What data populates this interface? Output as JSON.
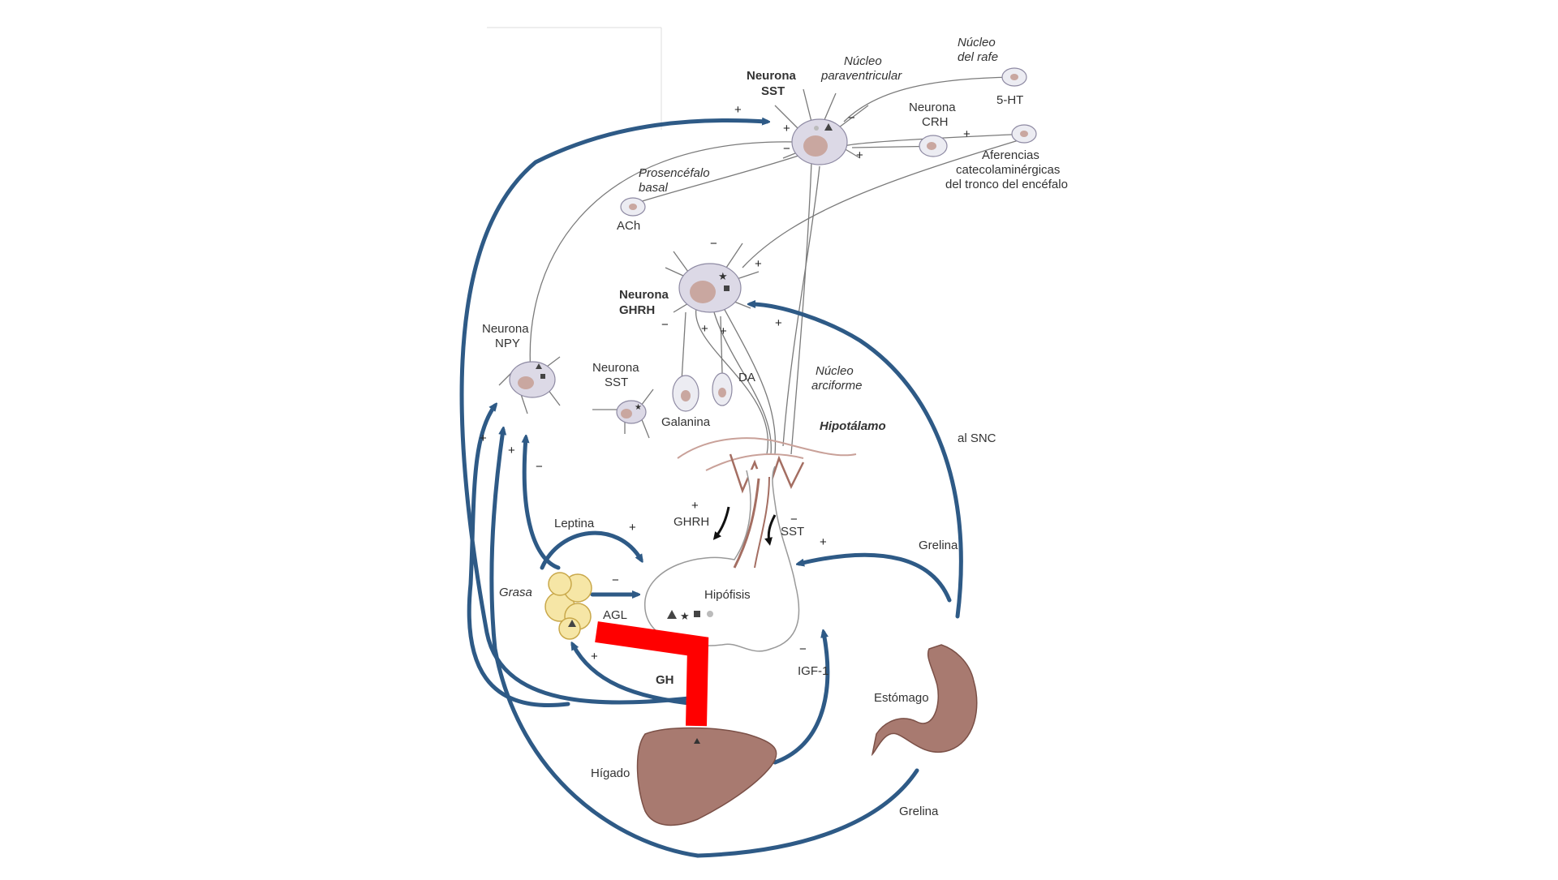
{
  "neurons": {
    "sst_top": "Neurona\nSST",
    "crh": "Neurona\nCRH",
    "ghrh": "Neurona\nGHRH",
    "npy": "Neurona\nNPY",
    "sst_small": "Neurona\nSST"
  },
  "nuclei": {
    "paraventricular": "Núcleo\nparaventricular",
    "raphe": "Núcleo\ndel rafe",
    "forebrain": "Prosencéfalo\nbasal",
    "arcuate": "Núcleo\narciforme",
    "hypothalamus": "Hipotálamo"
  },
  "transmitters": {
    "serotonin": "5-HT",
    "acetylcholine": "ACh",
    "dopamine": "DA",
    "galanin": "Galanina",
    "catecholamine_afferents": "Aferencias\ncatecolaminérgicas\ndel tronco del encéfalo"
  },
  "organs": {
    "pituitary": "Hipófisis",
    "fat": "Grasa",
    "liver": "Hígado",
    "stomach": "Estómago"
  },
  "signals": {
    "leptin": "Leptina",
    "fatty_acids": "AGL",
    "gh": "GH",
    "igf1": "IGF-1",
    "ghrelin_upper": "Grelina",
    "ghrelin_lower": "Grelina",
    "to_cns": "al SNC",
    "ghrh_release": "GHRH",
    "sst_release": "SST"
  },
  "signs": {
    "plus": "+",
    "minus": "−"
  },
  "colors": {
    "feedback_arrow": "#2e5a86",
    "highlight": "#ff0000",
    "organ_fill": "#a87a70"
  }
}
